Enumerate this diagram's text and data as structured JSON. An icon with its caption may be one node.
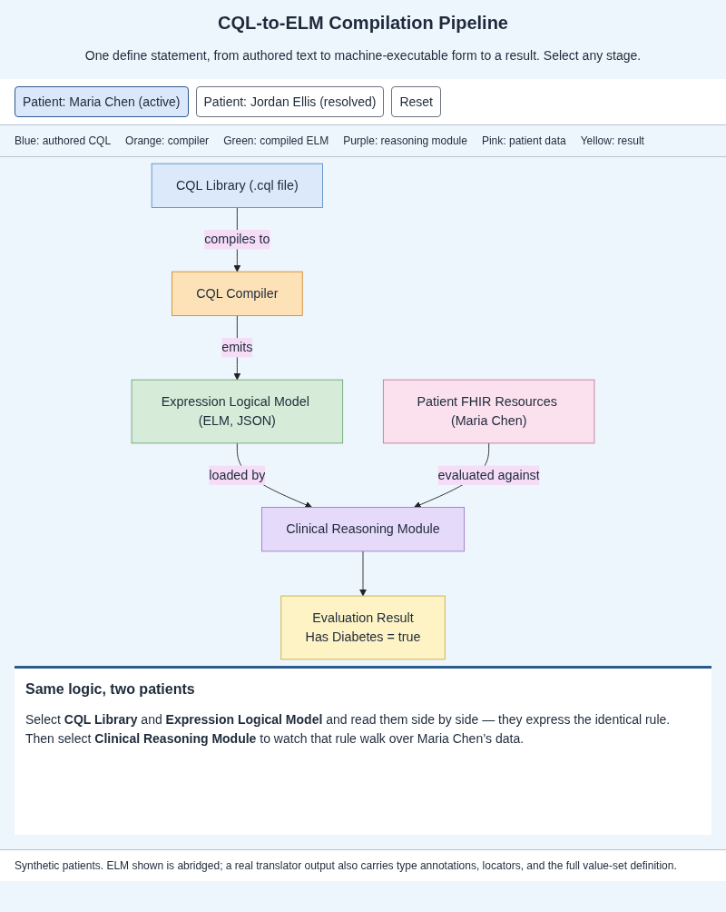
{
  "diagram": {
    "title": "CQL-to-ELM Compilation Pipeline",
    "caption": "One define statement, from authored text to machine-executable form to a result. Select any stage.",
    "nodes": [
      {
        "text": [
          "CQL Library (.cql file)"
        ]
      },
      {
        "text": [
          "CQL Compiler"
        ]
      },
      {
        "text": [
          "Expression Logical Model (ELM, JSON)"
        ]
      },
      {
        "text": [
          "Patient FHIR Resources (Maria Chen)"
        ]
      },
      {
        "text": [
          "Clinical Reasoning Module"
        ]
      },
      {
        "text": [
          "Evaluation Result",
          "Has Diabetes = true"
        ]
      }
    ],
    "edges": [
      {
        "from": 0,
        "to": 1,
        "arrow": "to",
        "label": "compiles to"
      },
      {
        "from": 1,
        "to": 2,
        "arrow": "to",
        "label": "emits"
      },
      {
        "from": 2,
        "to": 4,
        "arrow": "to",
        "label": "loaded by"
      },
      {
        "from": 3,
        "to": 4,
        "arrow": "to",
        "label": "evaluated against"
      },
      {
        "from": 4,
        "to": 5,
        "arrow": "to"
      }
    ],
    "labels": [
      "Patient: Maria Chen (active)",
      "Patient: Jordan Ellis (resolved)",
      "Reset",
      "Blue: authored CQL",
      "Orange: compiler",
      "Green: compiled ELM",
      "Purple: reasoning module",
      "Pink: patient data",
      "Yellow: result",
      "Same logic, two patients",
      "Select **CQL Library** and **Expression Logical Model** and read them side by side — they express the identical rule. Then select **Clinical Reasoning Module** to watch that rule walk over Maria Chen’s data.",
      "Synthetic patients. ELM shown is abridged; a real translator output also carries type annotations, locators, and the full value-set definition."
    ]
  }
}
